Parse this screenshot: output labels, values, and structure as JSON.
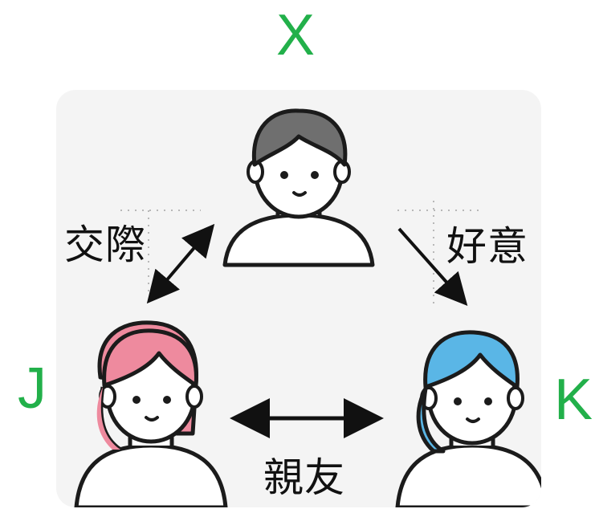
{
  "people": {
    "x": {
      "label": "X",
      "hair_color": "#6f6f6f"
    },
    "j": {
      "label": "J",
      "hair_color": "#ee8a9e"
    },
    "k": {
      "label": "K",
      "hair_color": "#5ab6e6"
    }
  },
  "relations": {
    "x_j": {
      "label": "交際",
      "direction": "bidirectional"
    },
    "x_k": {
      "label": "好意",
      "direction": "X-to-K"
    },
    "j_k": {
      "label": "親友",
      "direction": "bidirectional"
    }
  },
  "colors": {
    "label_color": "#22b04a",
    "arrow_color": "#111111",
    "panel_color": "#f4f4f4"
  }
}
